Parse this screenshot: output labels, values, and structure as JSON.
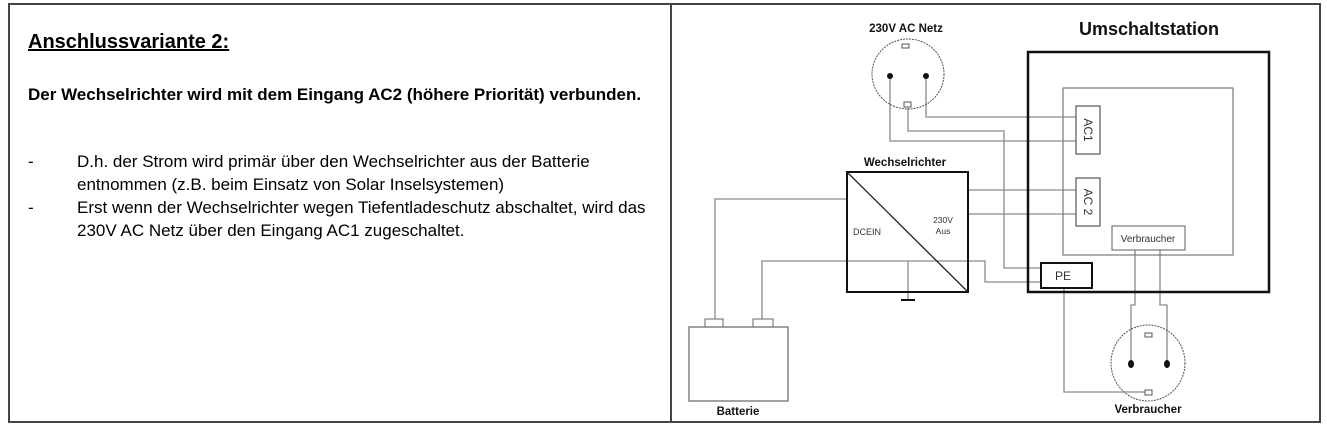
{
  "left_cell": {
    "heading": "Anschlussvariante 2:",
    "lead": "Der Wechselrichter wird mit dem Eingang AC2 (höhere Priorität) verbunden.",
    "bullets": [
      {
        "marker": "-",
        "text": "D.h. der Strom wird primär über den Wechselrichter aus der Batterie entnommen (z.B. beim Einsatz von Solar Inselsystemen)"
      },
      {
        "marker": "-",
        "text": "Erst wenn der Wechselrichter wegen Tiefentladeschutz abschaltet, wird das 230V AC Netz über den Eingang AC1 zugeschaltet."
      }
    ]
  },
  "diagram": {
    "grid_socket_label": "230V AC Netz",
    "station_label": "Umschaltstation",
    "ac1_label": "AC1",
    "ac2_label": "AC 2",
    "consumer_box_label": "Verbraucher",
    "pe_label": "PE",
    "inverter_label": "Wechselrichter",
    "inverter_dc_label": "DCEIN",
    "inverter_ac_label_1": "230V",
    "inverter_ac_label_2": "Aus",
    "battery_label": "Batterie",
    "consumer_socket_label": "Verbraucher"
  }
}
